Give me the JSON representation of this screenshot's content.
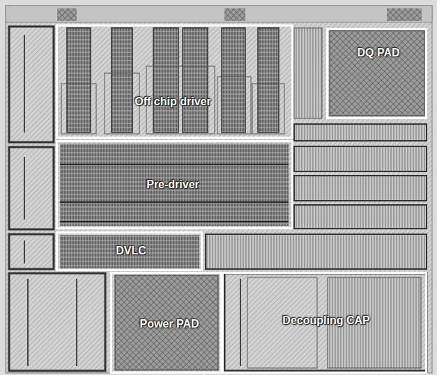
{
  "diagram": {
    "nodes": [
      {
        "text": [
          "Off chip driver"
        ]
      },
      {
        "text": [
          "DQ PAD"
        ]
      },
      {
        "text": [
          "Pre-driver"
        ]
      },
      {
        "text": [
          "DVLC"
        ]
      },
      {
        "text": [
          "Power PAD"
        ]
      },
      {
        "text": [
          "Decoupling CAP"
        ]
      }
    ]
  }
}
